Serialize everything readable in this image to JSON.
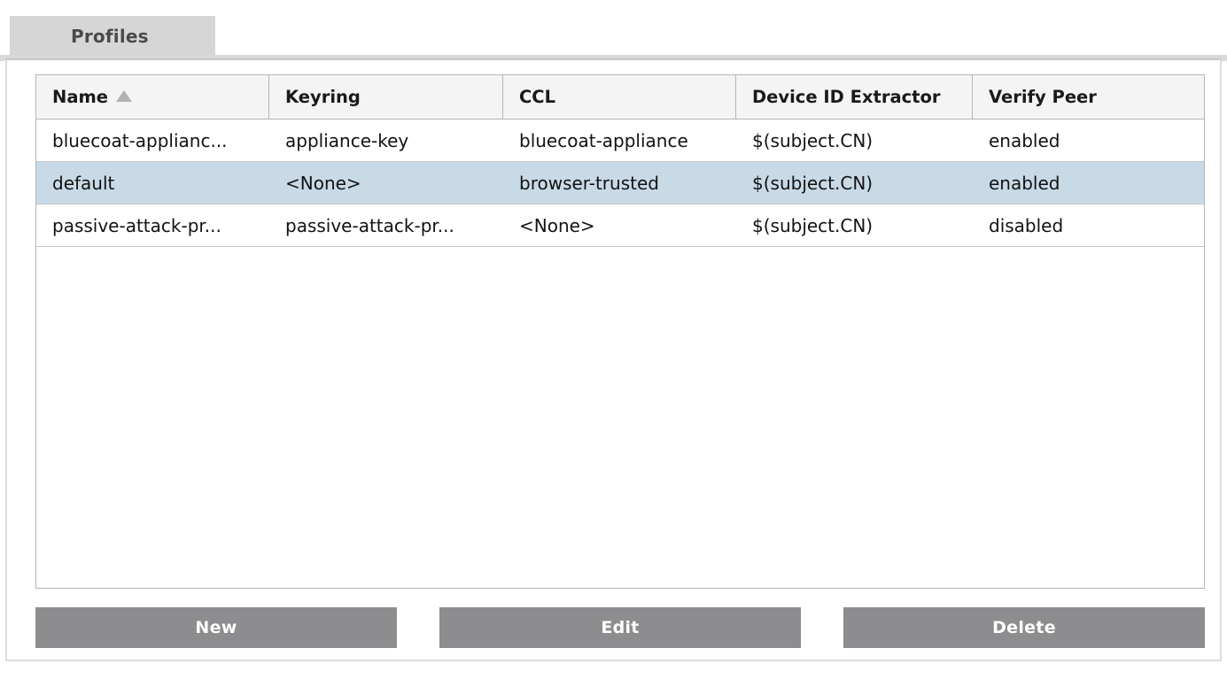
{
  "window": {
    "title": "Profiles"
  },
  "tabs": [
    {
      "label": "Profiles",
      "active": true
    }
  ],
  "table": {
    "sort": {
      "column": "Name",
      "direction": "ascending",
      "icon": "sort-ascending-triangle-icon"
    },
    "columns": [
      {
        "key": "name",
        "label": "Name"
      },
      {
        "key": "keyring",
        "label": "Keyring"
      },
      {
        "key": "ccl",
        "label": "CCL"
      },
      {
        "key": "devid",
        "label": "Device ID Extractor"
      },
      {
        "key": "verify",
        "label": "Verify Peer"
      }
    ],
    "rows": [
      {
        "name": "bluecoat-applianc...",
        "keyring": "appliance-key",
        "ccl": "bluecoat-appliance",
        "devid": "$(subject.CN)",
        "verify": "enabled",
        "selected": false
      },
      {
        "name": "default",
        "keyring": "<None>",
        "ccl": "browser-trusted",
        "devid": "$(subject.CN)",
        "verify": "enabled",
        "selected": true
      },
      {
        "name": "passive-attack-pr...",
        "keyring": "passive-attack-pr...",
        "ccl": "<None>",
        "devid": "$(subject.CN)",
        "verify": "disabled",
        "selected": false
      }
    ]
  },
  "buttons": {
    "new_label": "New",
    "edit_label": "Edit",
    "delete_label": "Delete"
  },
  "colors": {
    "tab_background": "#d6d6d6",
    "tab_text": "#4a4a4a",
    "panel_border": "#dcdcdc",
    "table_border": "#b6b6b6",
    "header_background": "#f4f4f4",
    "row_selected": "#c8dae6",
    "button_background": "#8d8d8f",
    "button_text": "#ffffff",
    "sort_arrow": "#b2b2b2"
  }
}
